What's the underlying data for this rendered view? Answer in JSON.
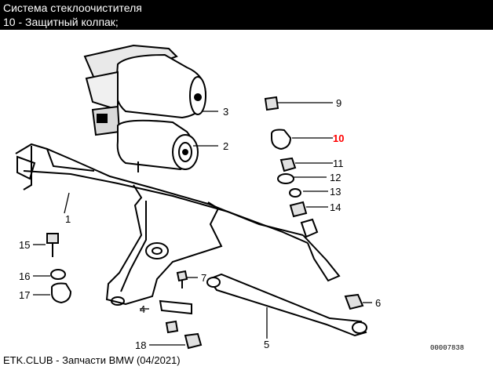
{
  "header": {
    "title": "Система стеклоочистителя",
    "selected_item": "10 - Защитный колпак;"
  },
  "diagram": {
    "highlight_color": "#ff0000",
    "callouts": [
      {
        "number": "1"
      },
      {
        "number": "2"
      },
      {
        "number": "3"
      },
      {
        "number": "4"
      },
      {
        "number": "5"
      },
      {
        "number": "6"
      },
      {
        "number": "7"
      },
      {
        "number": "9"
      },
      {
        "number": "10",
        "highlighted": true
      },
      {
        "number": "11"
      },
      {
        "number": "12"
      },
      {
        "number": "13"
      },
      {
        "number": "14"
      },
      {
        "number": "15"
      },
      {
        "number": "16"
      },
      {
        "number": "17"
      },
      {
        "number": "18"
      }
    ],
    "drawing_code": "00007838"
  },
  "footer": {
    "text": "ETK.CLUB - Запчасти BMW (04/2021)"
  }
}
